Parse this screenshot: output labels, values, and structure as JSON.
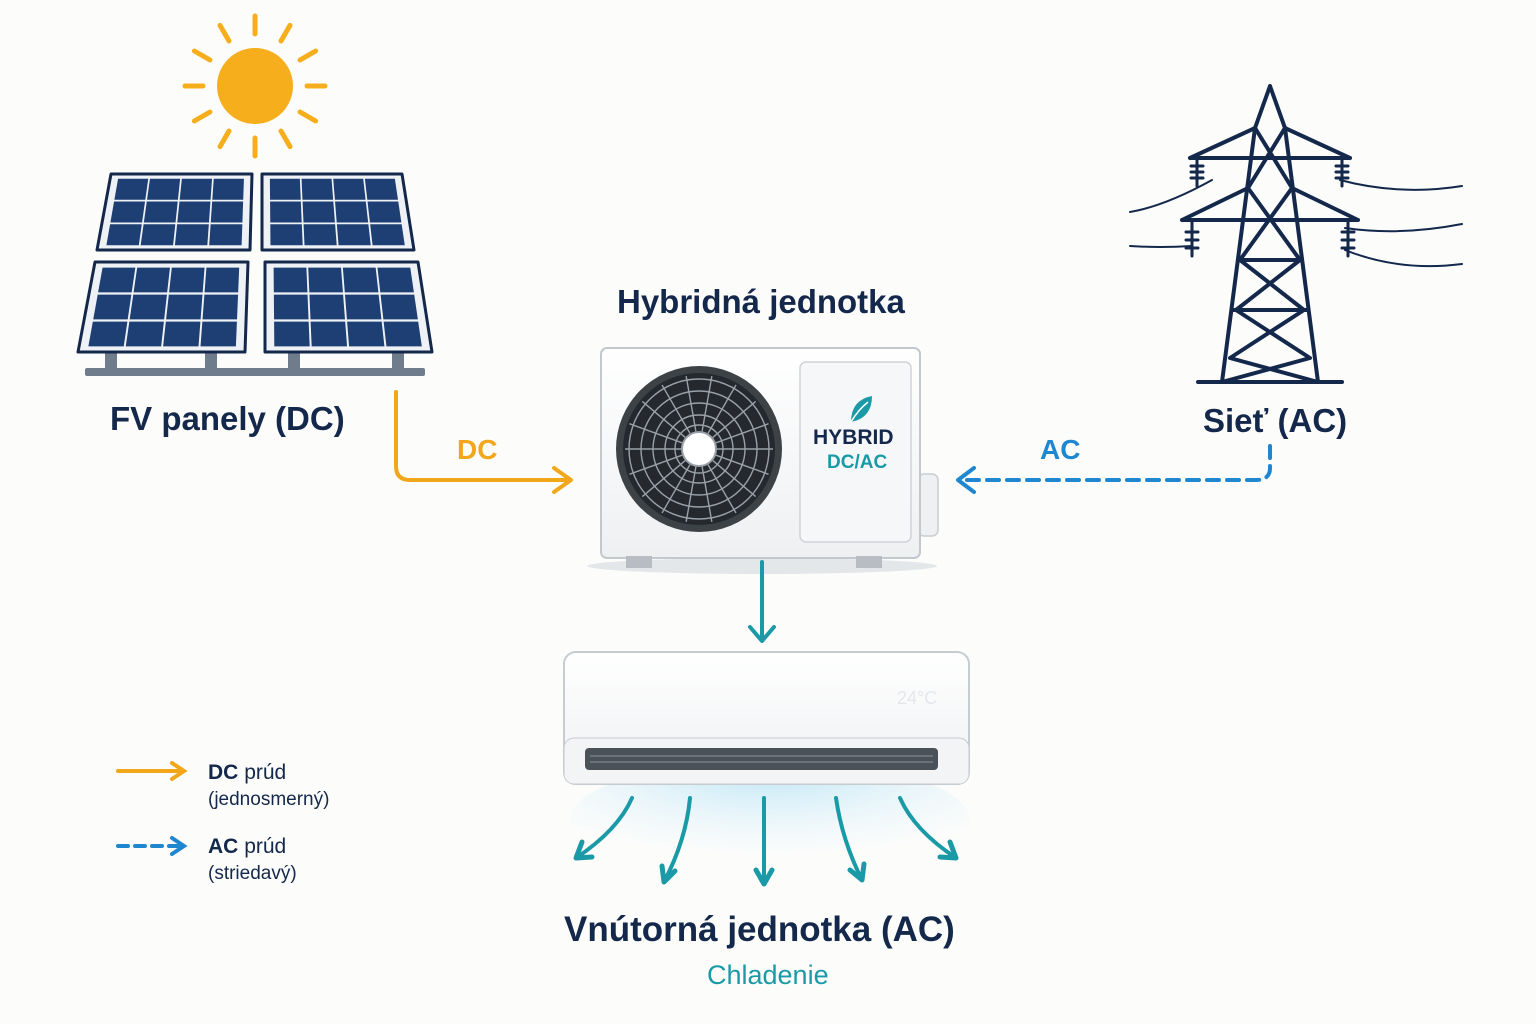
{
  "nodes": {
    "panels": {
      "label": "FV panely (DC)"
    },
    "hybrid": {
      "title": "Hybridná jednotka",
      "badge_line1": "HYBRID",
      "badge_line2": "DC/AC"
    },
    "grid": {
      "label": "Sieť (AC)"
    },
    "indoor": {
      "label": "Vnútorná jednotka (AC)",
      "sublabel": "Chladenie",
      "display": "24°C"
    }
  },
  "edges": {
    "dc": {
      "label": "DC",
      "color": "#f2a71b",
      "style": "solid"
    },
    "ac": {
      "label": "AC",
      "color": "#1f87cf",
      "style": "dashed"
    },
    "to_indoor": {
      "color": "#1a9aa6",
      "style": "solid"
    }
  },
  "legend": {
    "dc": {
      "key": "DC",
      "word": "prúd",
      "sub": "(jednosmerný)"
    },
    "ac": {
      "key": "AC",
      "word": "prúd",
      "sub": "(striedavý)"
    }
  },
  "colors": {
    "navy": "#14284b",
    "panel_cell": "#1e3f73",
    "sun": "#f7ae1d",
    "teal": "#1a9aa6",
    "background": "#fcfcfb"
  },
  "icons": [
    "sun-icon",
    "solar-panel-icon",
    "power-tower-icon",
    "leaf-icon",
    "fan-icon",
    "air-flow-icon"
  ]
}
